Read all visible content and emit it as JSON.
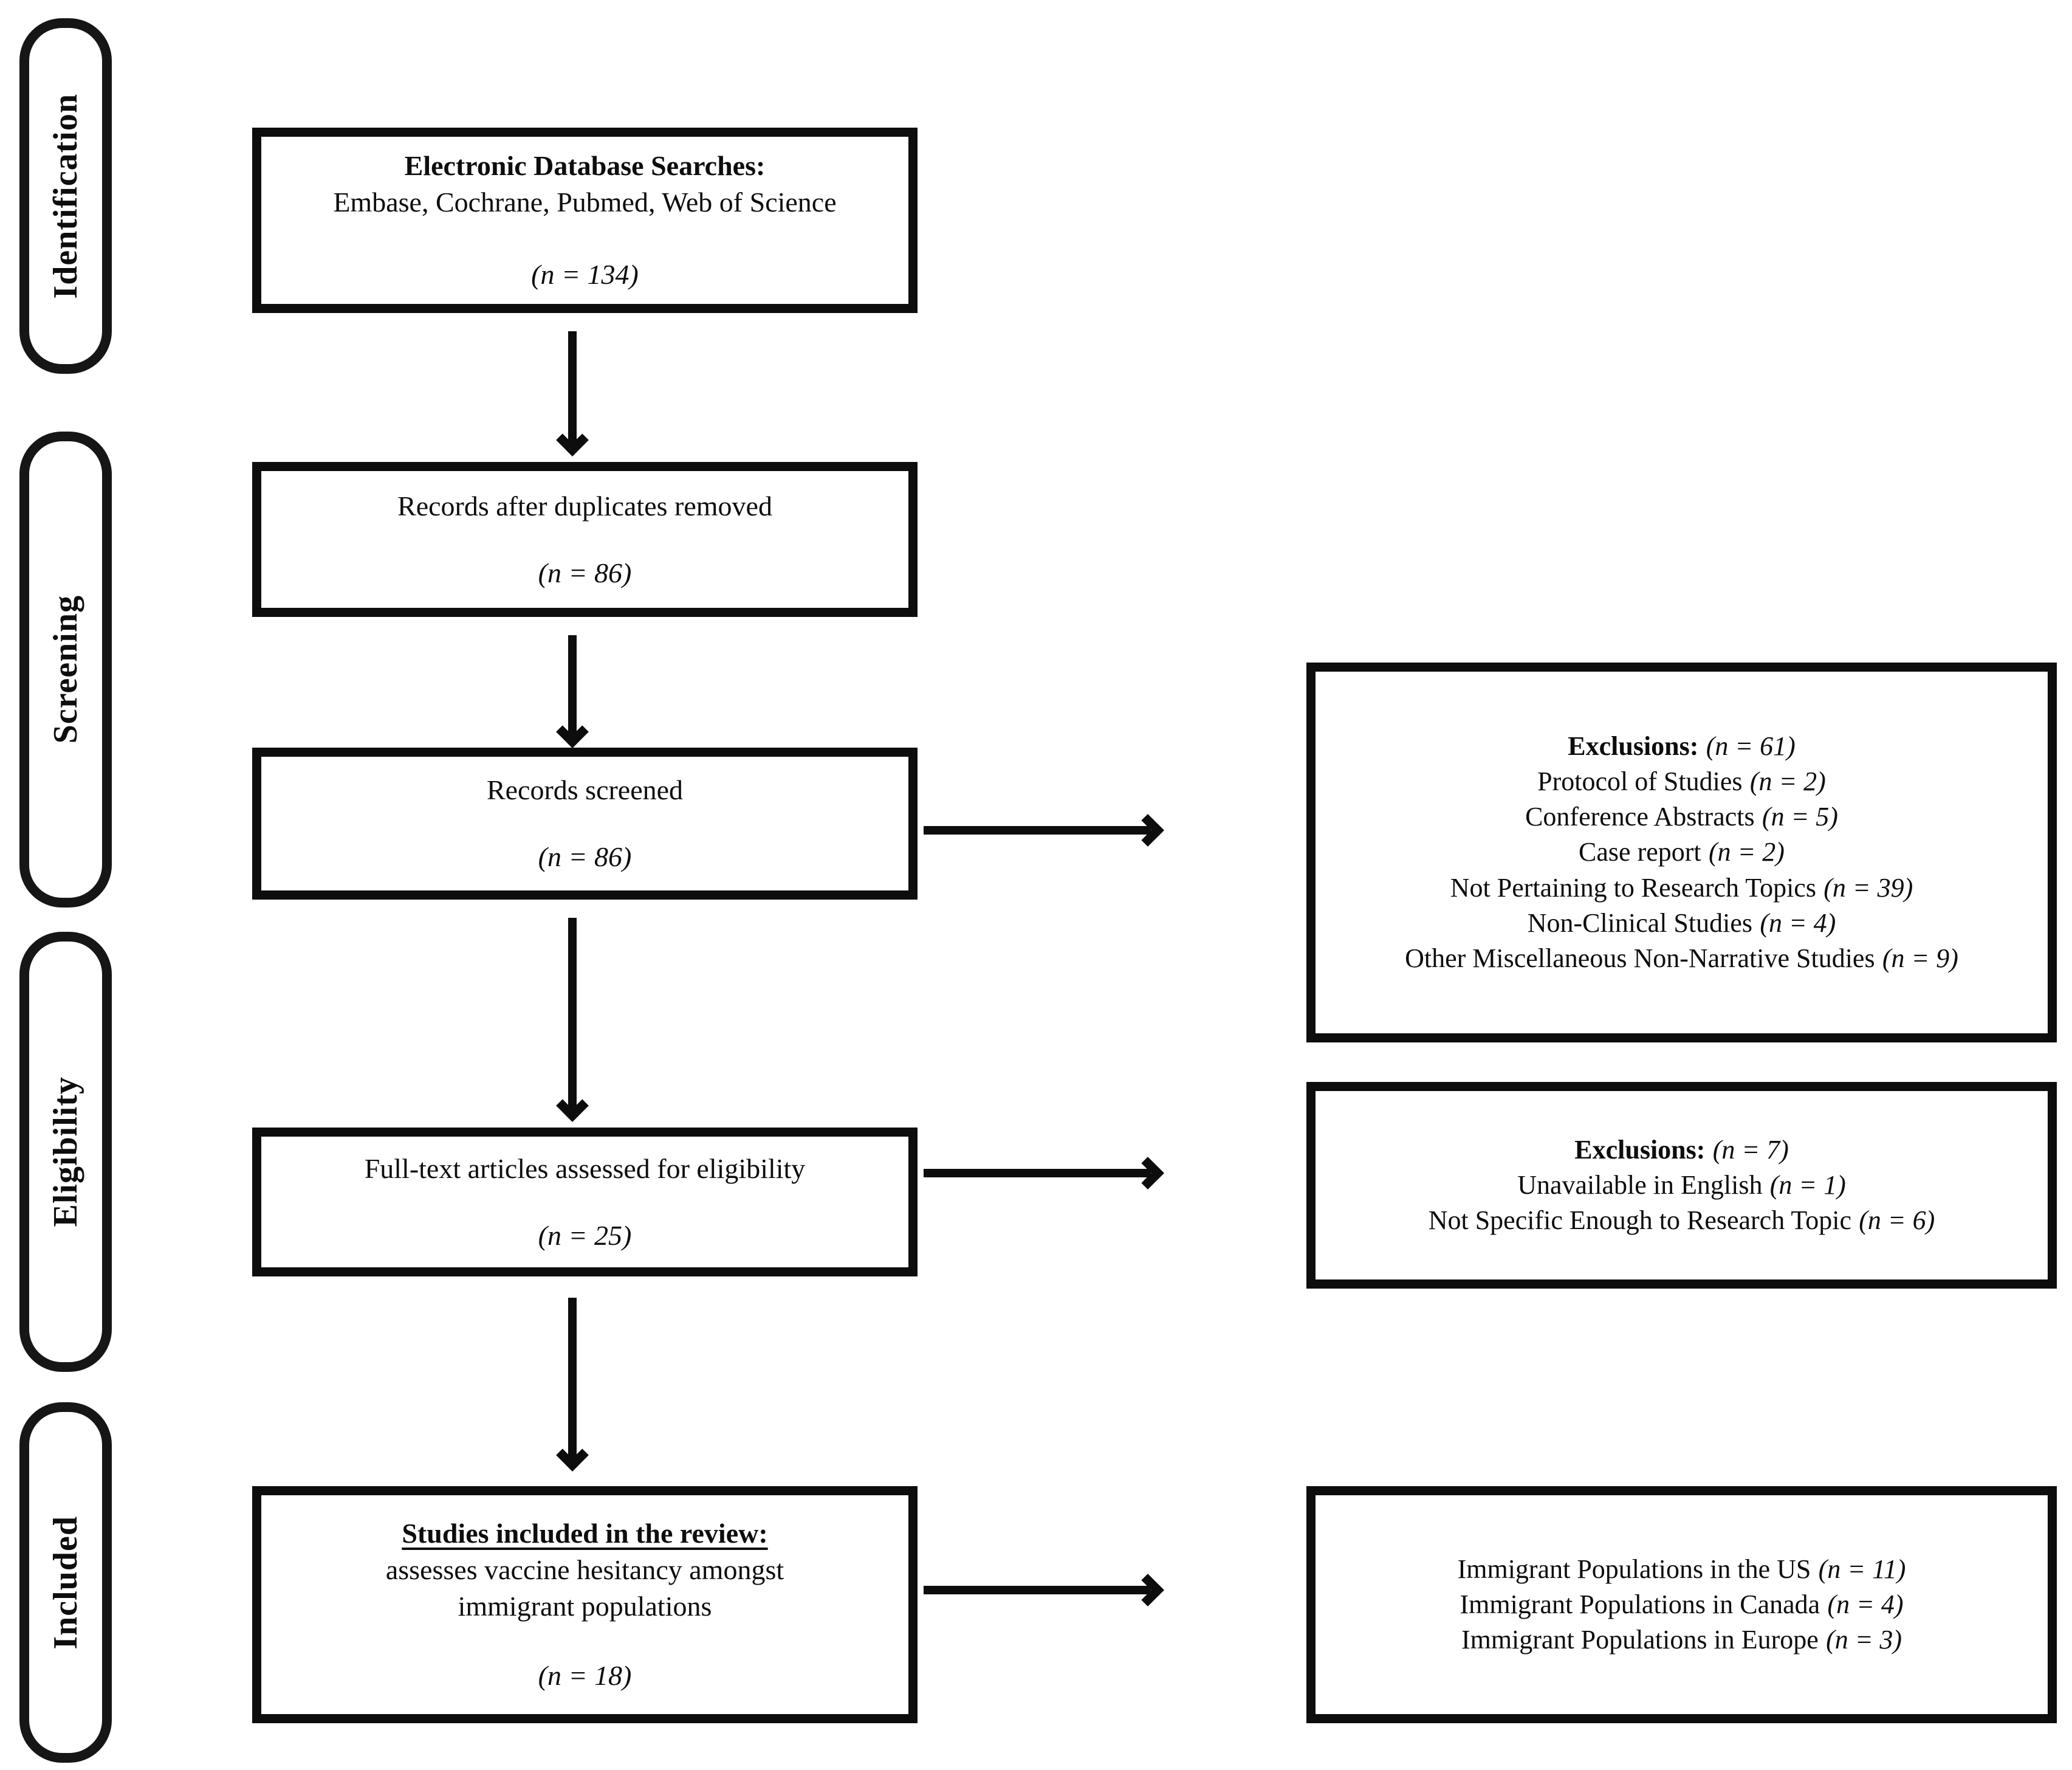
{
  "colors": {
    "ink": "#0d0d0d",
    "background": "#ffffff"
  },
  "sidebar": {
    "stages": [
      {
        "label": "Identification"
      },
      {
        "label": "Screening"
      },
      {
        "label": "Eligibility"
      },
      {
        "label": "Included"
      }
    ]
  },
  "flow": {
    "boxes": [
      {
        "title": "Electronic Database Searches:",
        "subtitle": "Embase, Cochrane, Pubmed, Web of Science",
        "count": "(n = 134)"
      },
      {
        "title": "Records after duplicates removed",
        "count": "(n = 86)"
      },
      {
        "title": "Records screened",
        "count": "(n = 86)"
      },
      {
        "title": "Full-text articles assessed for eligibility",
        "count": "(n = 25)"
      },
      {
        "title": "Studies included in the review:",
        "subtitle_line1": "assesses vaccine hesitancy amongst",
        "subtitle_line2": "immigrant populations",
        "count": "(n = 18)"
      }
    ]
  },
  "side_boxes": [
    {
      "heading": "Exclusions:",
      "heading_count": "(n = 61)",
      "items": [
        {
          "label": "Protocol of Studies",
          "count": "(n = 2)"
        },
        {
          "label": "Conference Abstracts",
          "count": "(n = 5)"
        },
        {
          "label": "Case report",
          "count": "(n = 2)"
        },
        {
          "label": "Not Pertaining to Research Topics",
          "count": "(n = 39)"
        },
        {
          "label": "Non-Clinical Studies",
          "count": "(n = 4)"
        },
        {
          "label": "Other Miscellaneous Non-Narrative Studies",
          "count": "(n = 9)"
        }
      ]
    },
    {
      "heading": "Exclusions:",
      "heading_count": "(n = 7)",
      "items": [
        {
          "label": "Unavailable in English",
          "count": "(n = 1)"
        },
        {
          "label": "Not Specific Enough to Research Topic",
          "count": "(n = 6)"
        }
      ]
    },
    {
      "items": [
        {
          "label": "Immigrant Populations in the US",
          "count": "(n = 11)"
        },
        {
          "label": "Immigrant Populations in Canada",
          "count": "(n = 4)"
        },
        {
          "label": "Immigrant Populations in Europe",
          "count": "(n = 3)"
        }
      ]
    }
  ]
}
